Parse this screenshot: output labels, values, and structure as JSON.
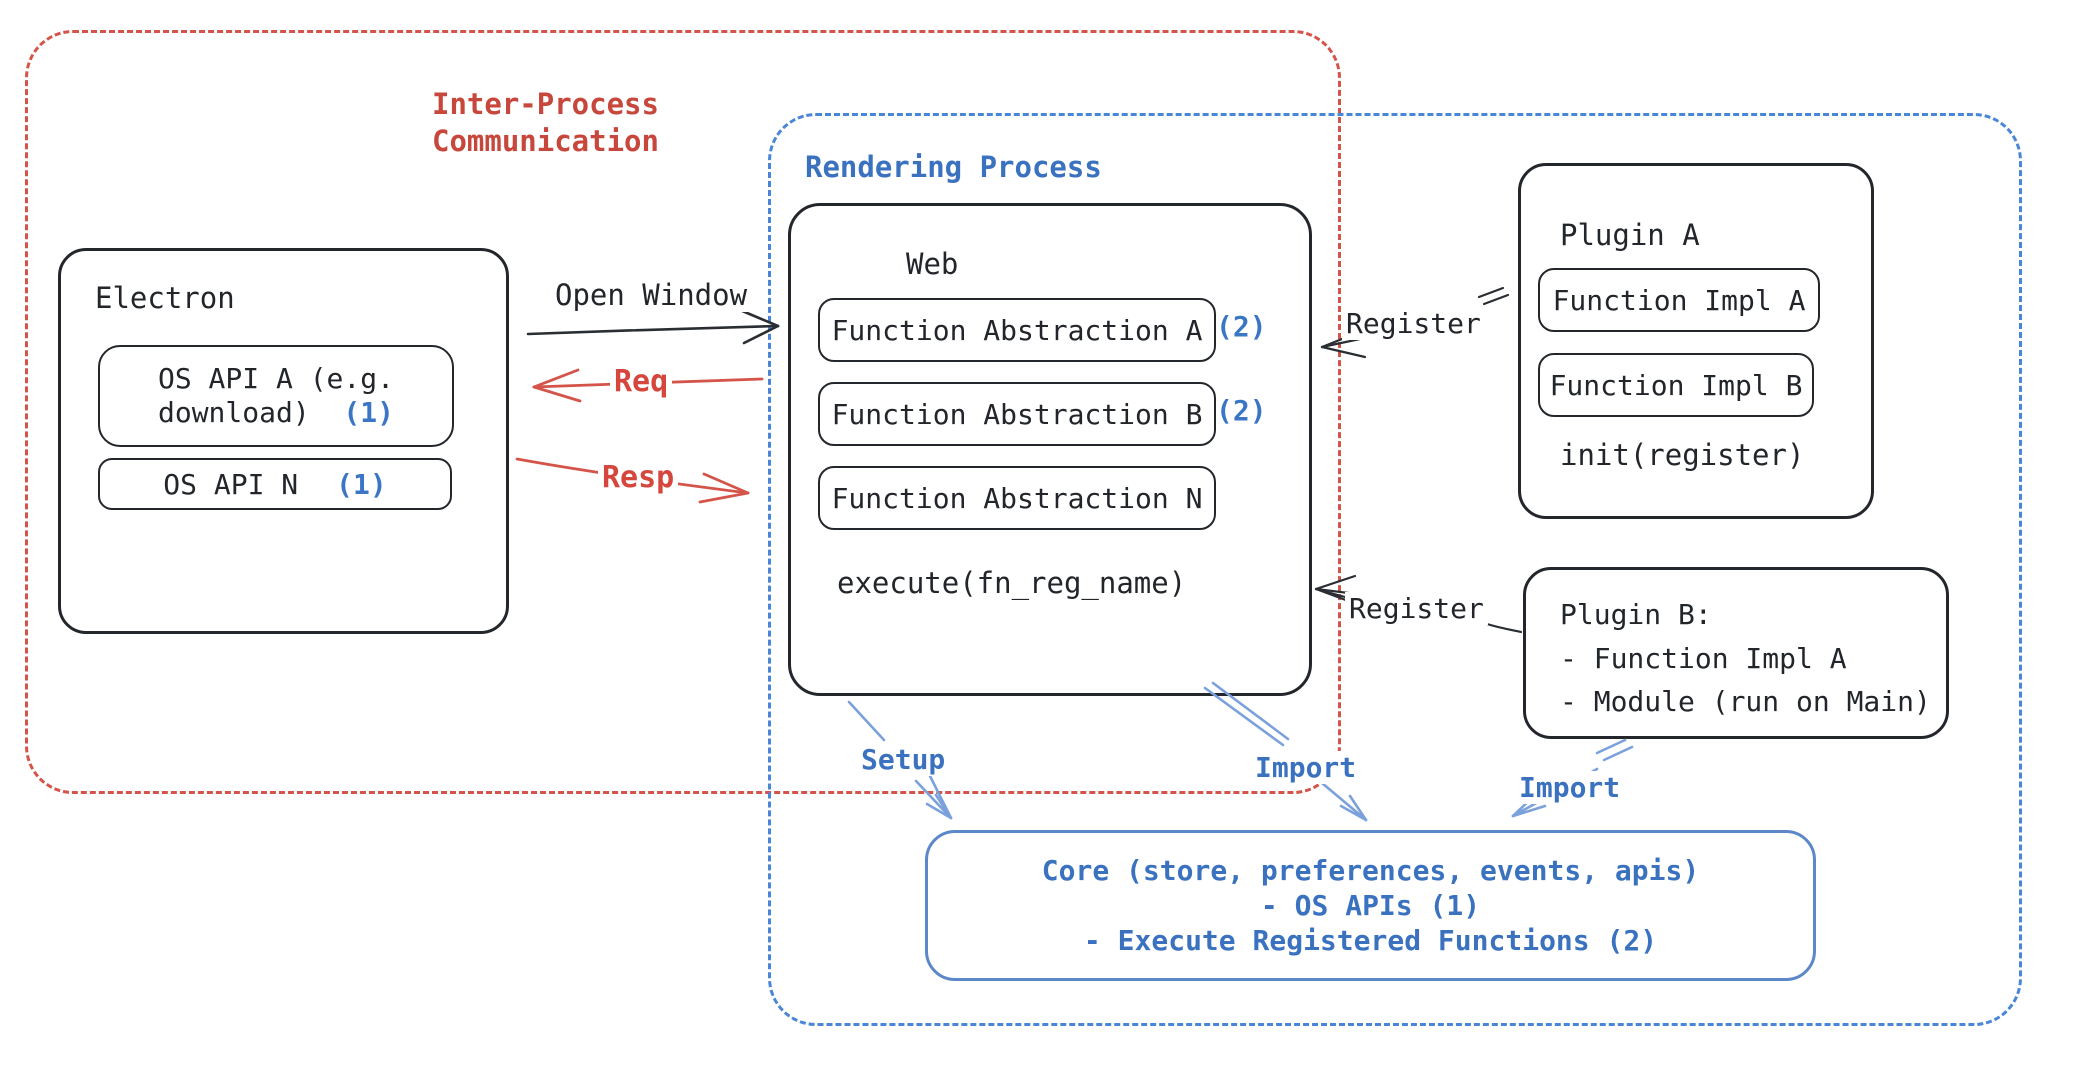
{
  "colors": {
    "red_label": "#c8473c",
    "red_dash": "#d5544a",
    "blue_label": "#3a72c0",
    "blue_dash": "#4a86d8",
    "blue_arrow": "#7ba1dd",
    "ink": "#23272c"
  },
  "regions": {
    "ipc": {
      "label_line1": "Inter-Process",
      "label_line2": "Communication"
    },
    "rendering": {
      "label": "Rendering Process"
    }
  },
  "electron": {
    "title": "Electron",
    "os_api_a": {
      "line1": "OS API A (e.g.",
      "line2": "download)",
      "badge": "(1)"
    },
    "os_api_n": {
      "label": "OS API N",
      "badge": "(1)"
    }
  },
  "web": {
    "title": "Web",
    "items": [
      {
        "label": "Function Abstraction A",
        "badge": "(2)"
      },
      {
        "label": "Function Abstraction B",
        "badge": "(2)"
      },
      {
        "label": "Function Abstraction N",
        "badge": ""
      }
    ],
    "execute": "execute(fn_reg_name)"
  },
  "plugin_a": {
    "title": "Plugin A",
    "impl_a": "Function Impl A",
    "impl_b": "Function Impl B",
    "init": "init(register)"
  },
  "plugin_b": {
    "title": "Plugin B:",
    "line1": "- Function Impl A",
    "line2": "- Module (run on Main)"
  },
  "core": {
    "line1": "Core (store, preferences, events, apis)",
    "line2": "- OS APIs (1)",
    "line3": "- Execute Registered Functions (2)"
  },
  "labels": {
    "open_window": "Open Window",
    "req": "Req",
    "resp": "Resp",
    "register_a": "Register",
    "register_b": "Register",
    "setup": "Setup",
    "import_web": "Import",
    "import_plugin": "Import"
  }
}
